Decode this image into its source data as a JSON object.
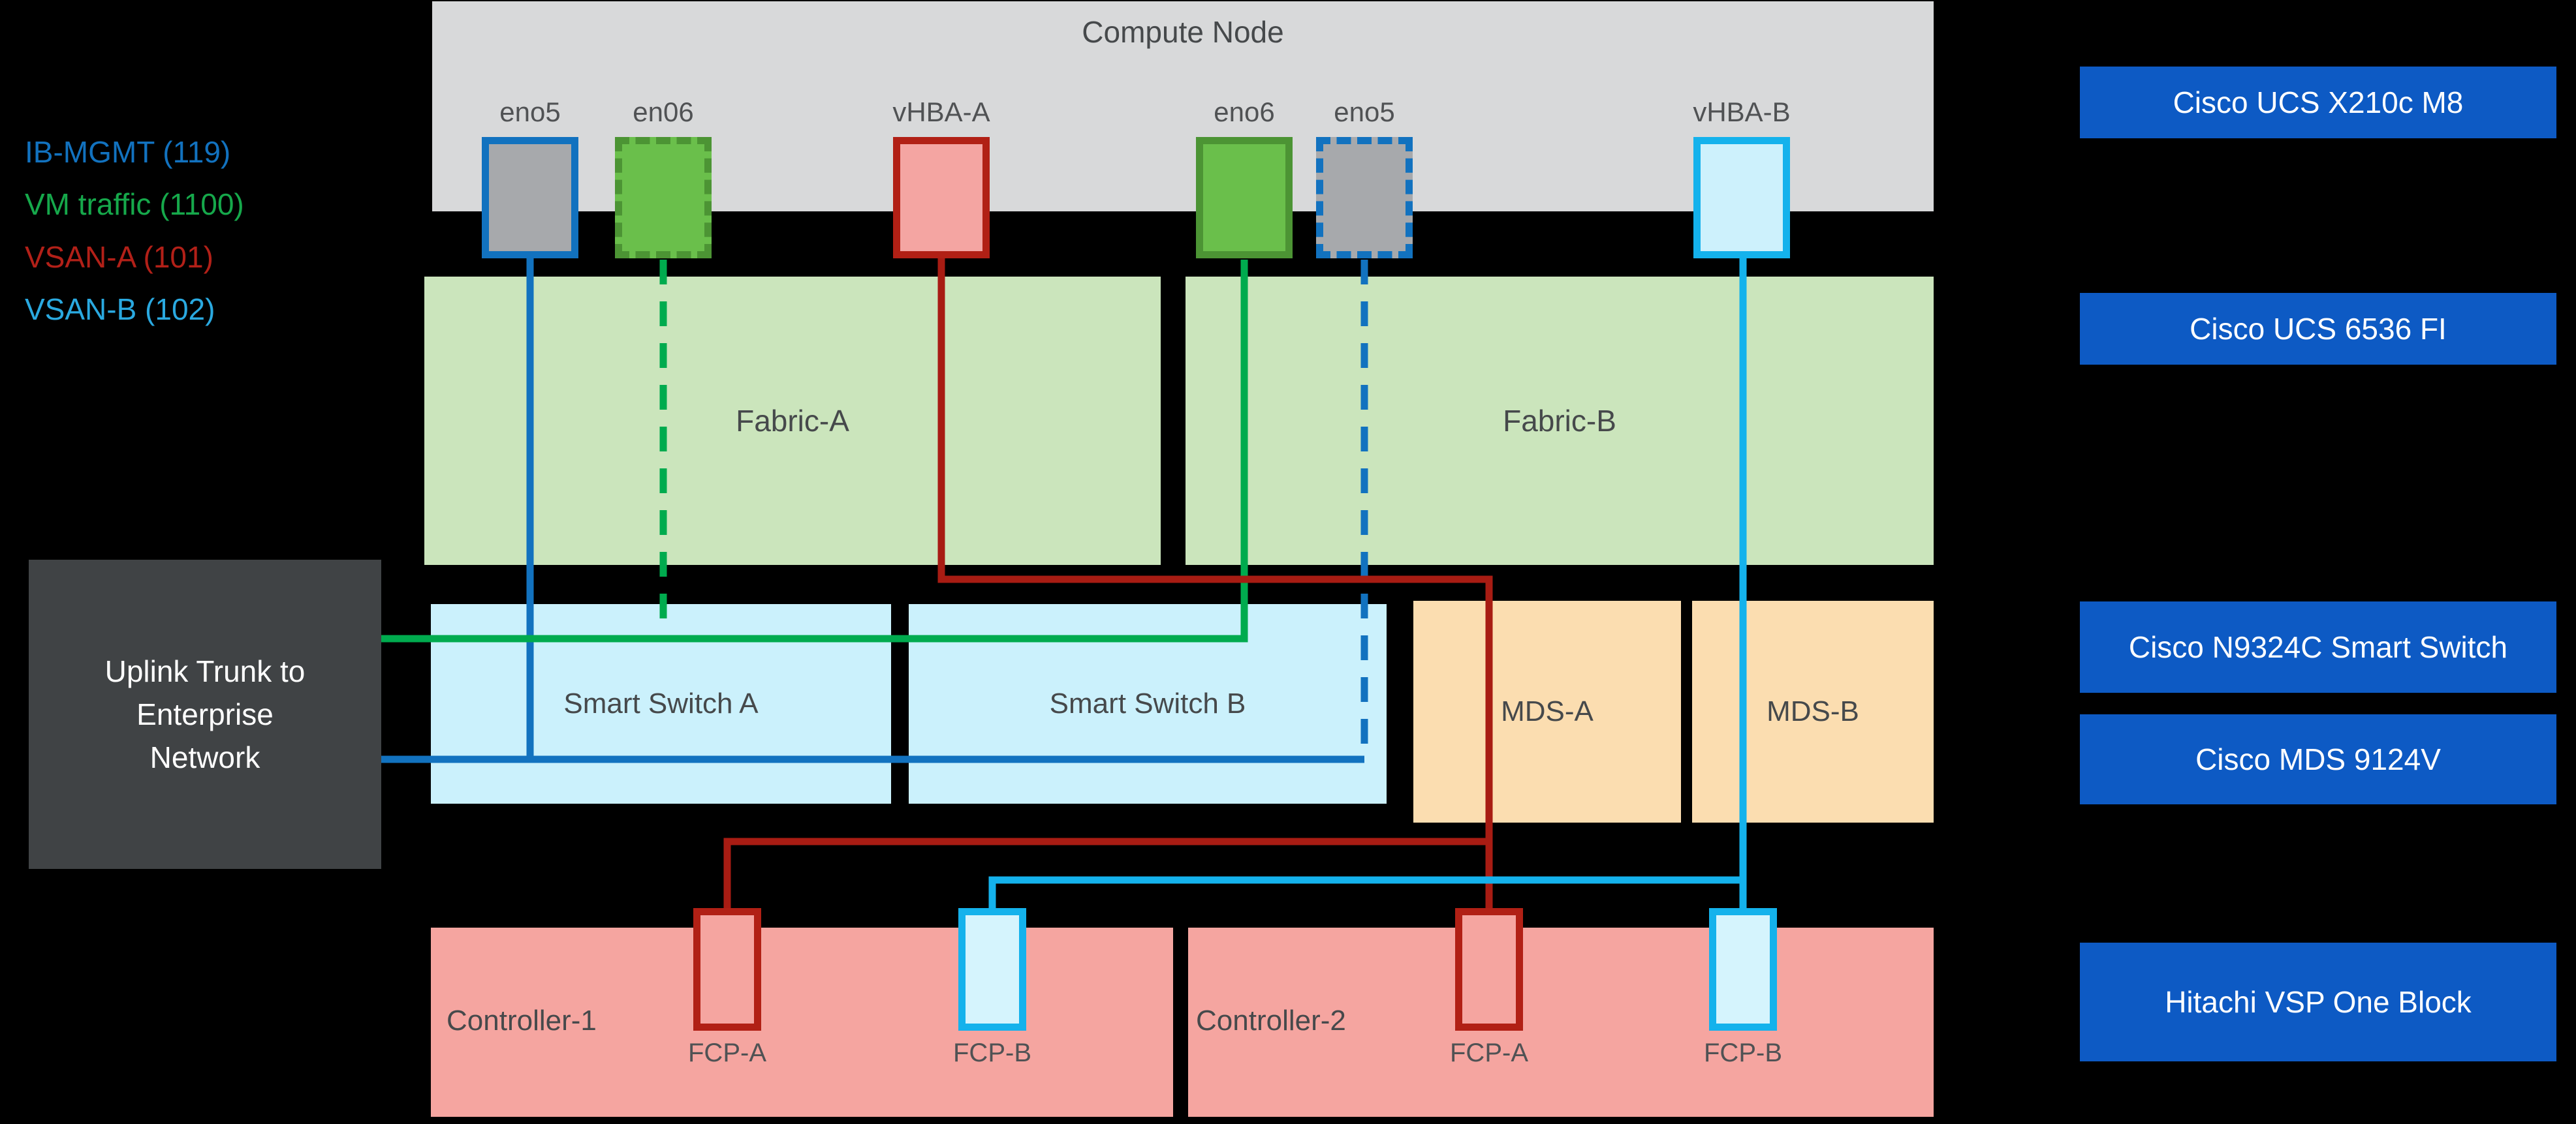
{
  "legend": {
    "items": [
      {
        "label": "IB-MGMT (119)",
        "color": "#1272bf"
      },
      {
        "label": "VM traffic (1100)",
        "color": "#16a84b"
      },
      {
        "label": "VSAN-A (101)",
        "color": "#b22018"
      },
      {
        "label": "VSAN-B (102)",
        "color": "#2aa9e0"
      }
    ]
  },
  "compute_node": {
    "title": "Compute Node",
    "nics": [
      {
        "label": "eno5",
        "style": "solid blue border, gray fill"
      },
      {
        "label": "en06",
        "style": "dashed green border, green fill"
      },
      {
        "label": "vHBA-A",
        "style": "solid dark-red border, light-red fill"
      },
      {
        "label": "eno6",
        "style": "solid green border, green fill"
      },
      {
        "label": "eno5",
        "style": "dashed blue border, gray fill"
      },
      {
        "label": "vHBA-B",
        "style": "solid cyan border, light-cyan fill"
      }
    ]
  },
  "fabrics": [
    {
      "label": "Fabric-A"
    },
    {
      "label": "Fabric-B"
    }
  ],
  "uplink": {
    "line1": "Uplink Trunk to",
    "line2": "Enterprise",
    "line3": "Network"
  },
  "switches": {
    "smart_a": "Smart Switch A",
    "smart_b": "Smart Switch B",
    "mds_a": "MDS-A",
    "mds_b": "MDS-B"
  },
  "storage": {
    "controller1": {
      "label": "Controller-1",
      "port_a": "FCP-A",
      "port_b": "FCP-B"
    },
    "controller2": {
      "label": "Controller-2",
      "port_a": "FCP-A",
      "port_b": "FCP-B"
    }
  },
  "right_labels": [
    {
      "label": "Cisco UCS X210c M8"
    },
    {
      "label": "Cisco UCS 6536 FI"
    },
    {
      "label": "Cisco N9324C Smart Switch"
    },
    {
      "label": "Cisco MDS 9124V"
    },
    {
      "label": "Hitachi VSP One Block"
    }
  ],
  "colors": {
    "ib_mgmt_blue": "#1272bf",
    "vm_traffic_green": "#00ab4e",
    "vsan_a_red": "#a81c13",
    "vsan_b_cyan": "#14b2ec",
    "callout_blue": "#0d5ac4",
    "compute_gray": "#d8d9da",
    "fabric_green": "#cbe5bc",
    "smart_switch_blue": "#cbf1fc",
    "mds_orange": "#fbddb0",
    "controller_salmon": "#f5a5a0",
    "uplink_dark": "#404345"
  }
}
